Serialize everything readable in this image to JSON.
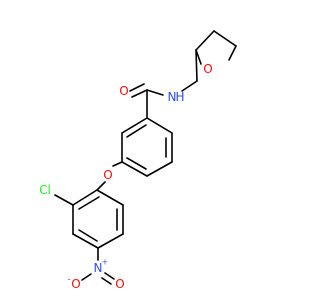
{
  "molecule": {
    "atoms": {
      "o_carbonyl": {
        "text": "O",
        "color": "#ff0d0d"
      },
      "n_amide": {
        "text": "N",
        "color": "#3050f8"
      },
      "h_amide": {
        "text": "H",
        "color": "#3050f8"
      },
      "o_ring": {
        "text": "O",
        "color": "#ff0d0d"
      },
      "o_ether": {
        "text": "O",
        "color": "#ff0d0d"
      },
      "cl": {
        "text": "Cl",
        "color": "#1ff01f"
      },
      "n_nitro": {
        "text": "N",
        "color": "#3050f8"
      },
      "n_nitro_charge": {
        "text": "+",
        "color": "#3050f8"
      },
      "o_nitro_left": {
        "text": "O",
        "color": "#ff0d0d"
      },
      "o_nitro_left_charge": {
        "text": "-",
        "color": "#ff0d0d"
      },
      "o_nitro_right": {
        "text": "O",
        "color": "#ff0d0d"
      }
    }
  }
}
